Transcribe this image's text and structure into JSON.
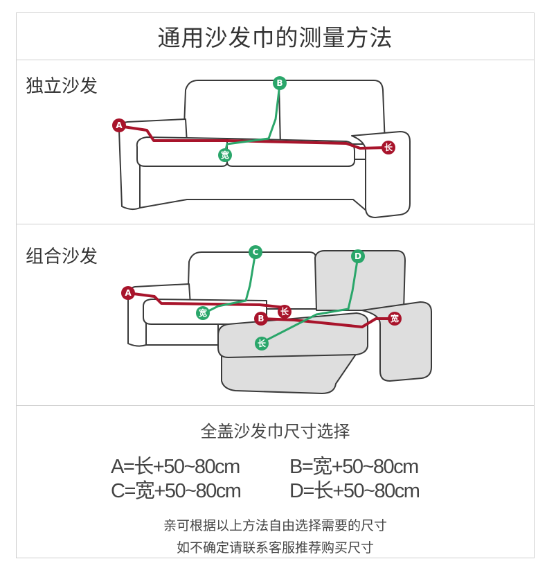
{
  "title": "通用沙发巾的测量方法",
  "section_single": {
    "label": "独立沙发",
    "markers": {
      "a": "A",
      "b": "B",
      "width": "宽",
      "length": "长"
    }
  },
  "section_combo": {
    "label": "组合沙发",
    "markers": {
      "a": "A",
      "b": "B",
      "c": "C",
      "d": "D",
      "width_left": "宽",
      "length_mid": "长",
      "width_right": "宽",
      "length_chaise": "长"
    }
  },
  "info": {
    "heading": "全盖沙发巾尺寸选择",
    "formulas": {
      "a": "A=长+50~80cm",
      "b": "B=宽+50~80cm",
      "c": "C=宽+50~80cm",
      "d": "D=长+50~80cm"
    },
    "note_line1": "亲可根据以上方法自由选择需要的尺寸",
    "note_line2": "如不确定请联系客服推荐购买尺寸"
  },
  "colors": {
    "red_line": "#a8142b",
    "green_line": "#2aa66a",
    "sofa_outline": "#3a3a3a",
    "chaise_fill": "#dedede",
    "border": "#cfcfcf"
  }
}
